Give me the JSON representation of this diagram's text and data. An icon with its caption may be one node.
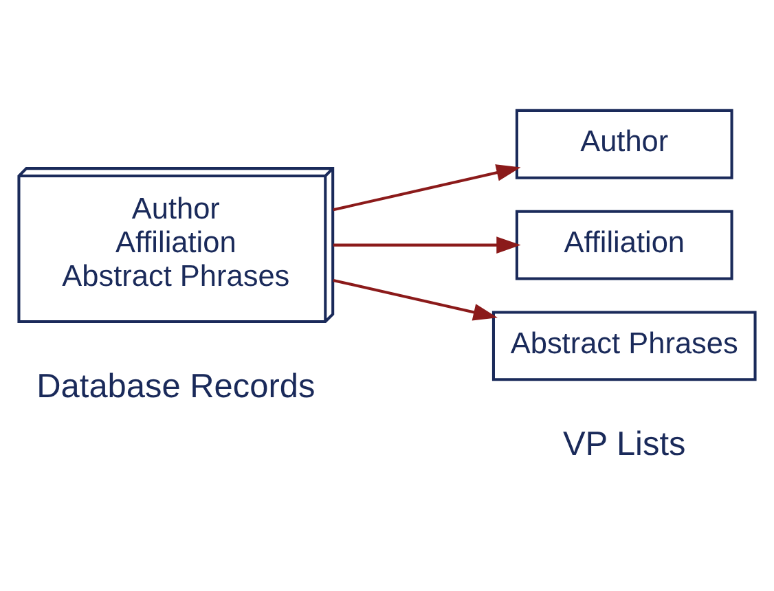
{
  "diagram": {
    "nodes": [
      {
        "text": [
          "Author",
          "Affiliation",
          "Abstract Phrases"
        ]
      },
      {
        "text": [
          "Author"
        ]
      },
      {
        "text": [
          "Affiliation"
        ]
      },
      {
        "text": [
          "Abstract Phrases"
        ]
      }
    ],
    "edges": [
      {
        "from": 0,
        "to": 1,
        "arrow": "to"
      },
      {
        "from": 0,
        "to": 2,
        "arrow": "to"
      },
      {
        "from": 0,
        "to": 3,
        "arrow": "to"
      }
    ],
    "labels": [
      "Database Records",
      "VP Lists"
    ]
  }
}
